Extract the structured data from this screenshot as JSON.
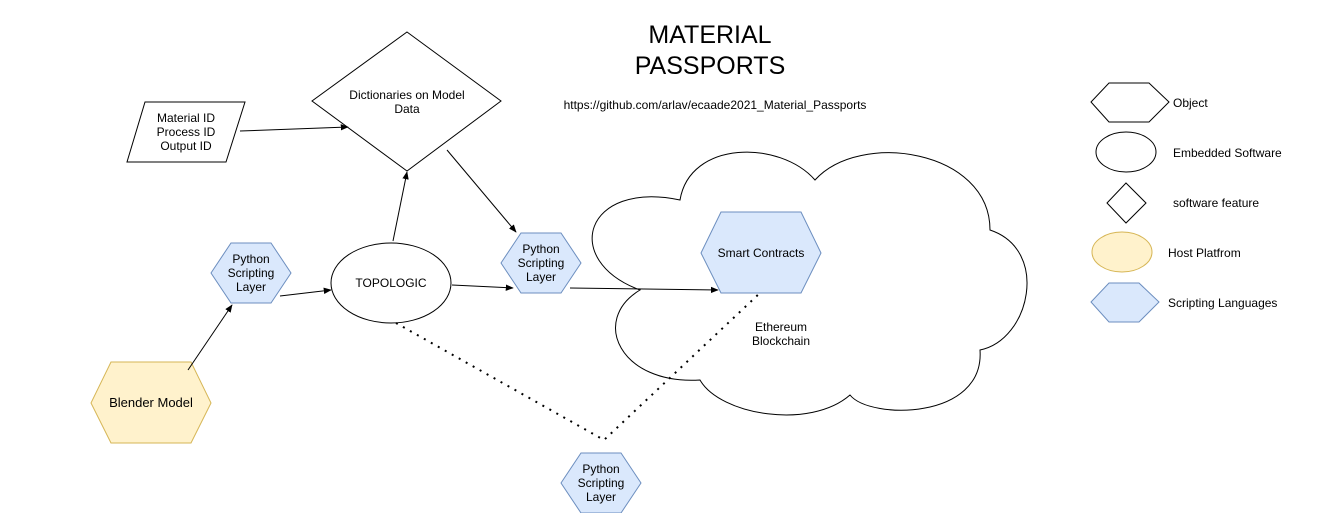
{
  "title": {
    "line1": "MATERIAL",
    "line2": "PASSPORTS",
    "url": "https://github.com/arlav/ecaade2021_Material_Passports"
  },
  "nodes": {
    "ids_parallelogram": {
      "line1": "Material ID",
      "line2": "Process ID",
      "line3": "Output ID"
    },
    "dictionaries": {
      "line1": "Dictionaries on Model",
      "line2": "Data"
    },
    "topologic": "TOPOLOGIC",
    "blender": "Blender Model",
    "python_left": {
      "line1": "Python",
      "line2": "Scripting",
      "line3": "Layer"
    },
    "python_mid": {
      "line1": "Python",
      "line2": "Scripting",
      "line3": "Layer"
    },
    "python_bottom": {
      "line1": "Python",
      "line2": "Scripting",
      "line3": "Layer"
    },
    "smart_contracts": "Smart Contracts",
    "ethereum": {
      "line1": "Ethereum",
      "line2": "Blockchain"
    }
  },
  "legend": {
    "object": "Object",
    "embedded": "Embedded Software",
    "feature": "software feature",
    "host": "Host Platfrom",
    "scripting": "Scripting Languages"
  },
  "colors": {
    "scripting_fill": "#dae8fc",
    "scripting_stroke": "#6c8ebf",
    "host_fill": "#fff2cc",
    "host_stroke": "#d6b656",
    "stroke": "#000000"
  }
}
